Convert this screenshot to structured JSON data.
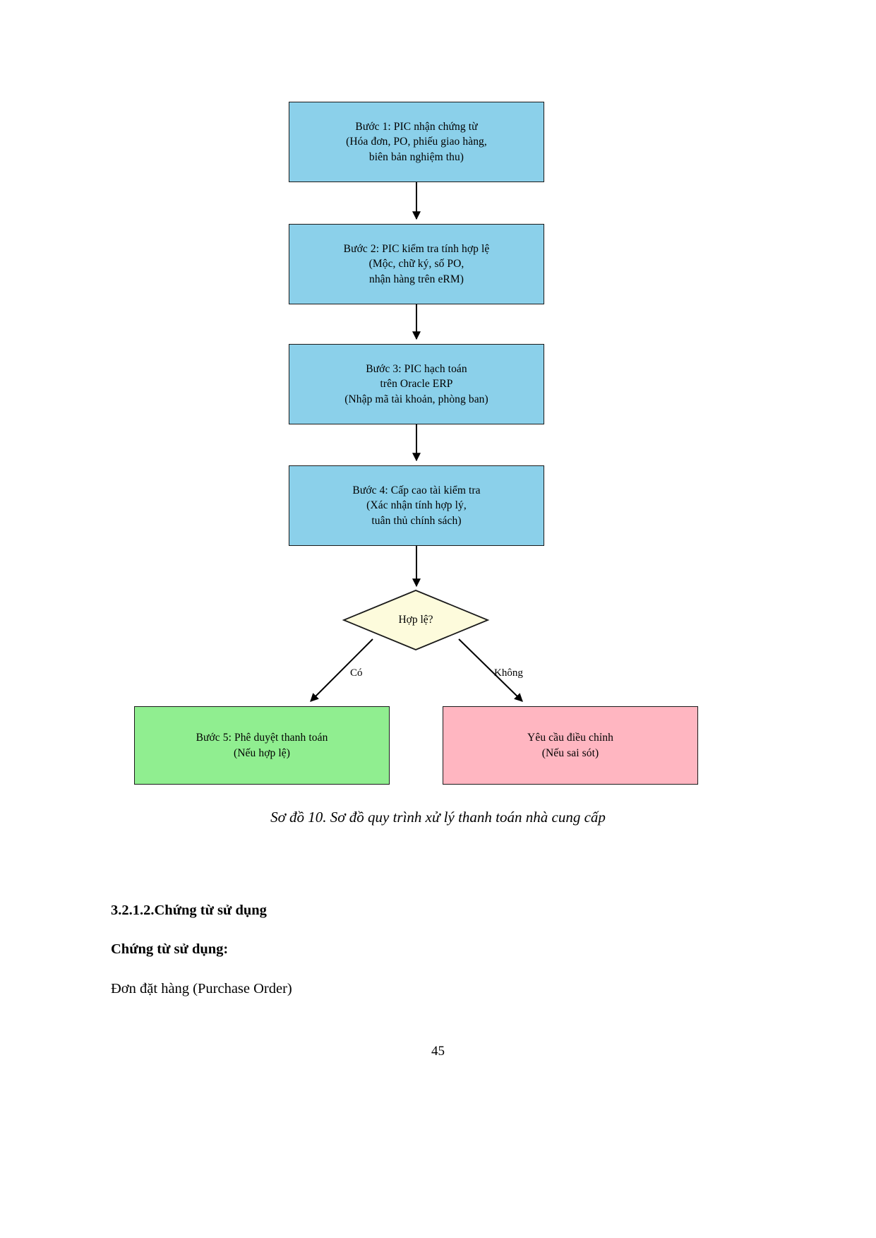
{
  "document": {
    "page_number": "45",
    "caption": "Sơ đồ 10. Sơ đồ quy trình xử lý thanh toán nhà cung cấp",
    "paragraphs": [
      {
        "text": "3.2.1.2.Chứng từ sử dụng",
        "bold": true
      },
      {
        "text": "Chứng từ sử dụng:",
        "bold": true
      },
      {
        "text": "Đơn đặt hàng (Purchase Order)",
        "bold": false
      }
    ]
  },
  "flowchart": {
    "title": "Sơ đồ quy trình xử lý thanh toán nhà cung cấp",
    "colors": {
      "process": "#8bd0ea",
      "decision": "#fdfbdc",
      "approved": "#90ee90",
      "rejected": "#ffb6c1",
      "stroke": "#1a1a1a"
    },
    "nodes": [
      {
        "id": "box1",
        "shape": "rectangle",
        "color": "process",
        "text": "Bước 1: PIC nhận chứng từ\n(Hóa đơn, PO, phiếu giao hàng,\nbiên bản nghiệm thu)"
      },
      {
        "id": "box2",
        "shape": "rectangle",
        "color": "process",
        "text": "Bước 2: PIC kiểm tra tính hợp lệ\n(Mộc, chữ ký, số PO,\nnhận hàng trên eRM)"
      },
      {
        "id": "box3",
        "shape": "rectangle",
        "color": "process",
        "text": "Bước 3: PIC hạch toán\ntrên Oracle ERP\n(Nhập mã tài khoản, phòng ban)"
      },
      {
        "id": "box4",
        "shape": "rectangle",
        "color": "process",
        "text": "Bước 4: Cấp cao tài kiểm tra\n(Xác nhận tính hợp lý,\ntuân thủ chính sách)"
      },
      {
        "id": "decision",
        "shape": "diamond",
        "color": "decision",
        "text": "Hợp lệ?"
      },
      {
        "id": "box5",
        "shape": "rectangle",
        "color": "approved",
        "text": "Bước 5: Phê duyệt thanh toán\n(Nếu hợp lệ)"
      },
      {
        "id": "box6",
        "shape": "rectangle",
        "color": "rejected",
        "text": "Yêu cầu điều chỉnh\n(Nếu sai sót)"
      }
    ],
    "edge_labels": {
      "yes": "Có",
      "no": "Không"
    }
  }
}
